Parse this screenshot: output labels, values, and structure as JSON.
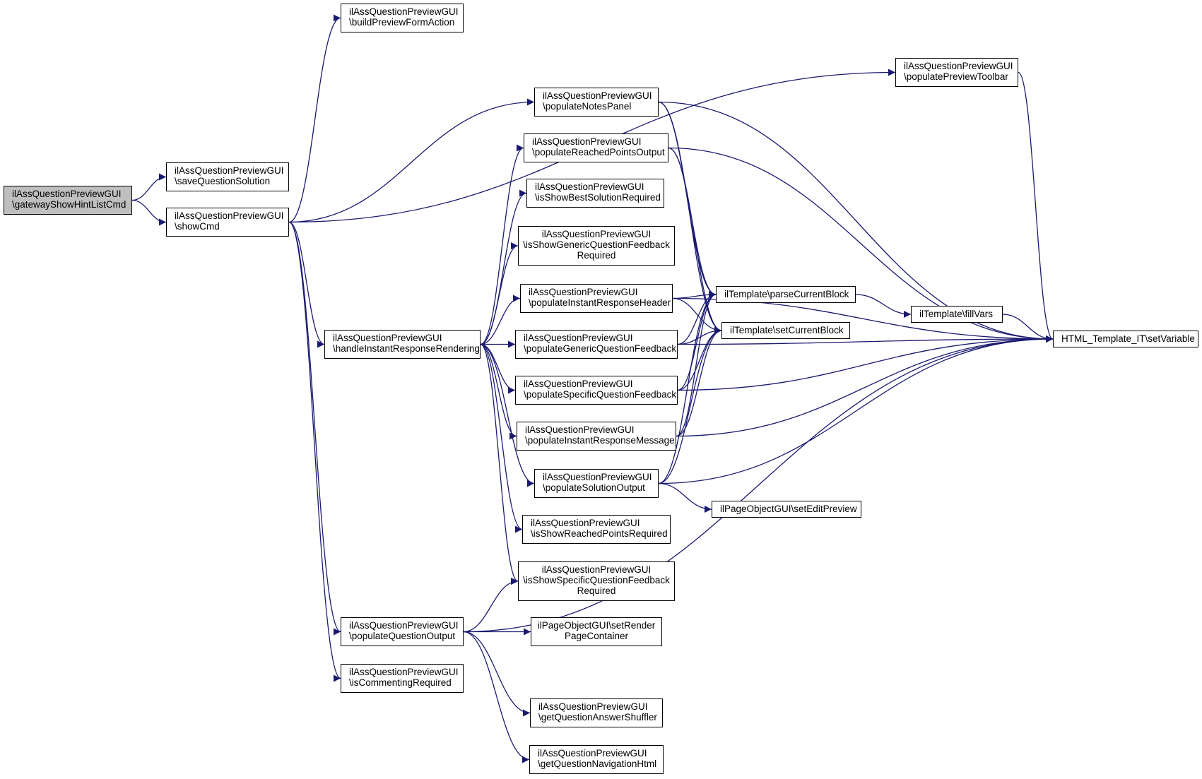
{
  "diagram": {
    "type": "call-graph",
    "colors": {
      "edge": "#191970",
      "root_fill": "#bfbfbf",
      "node_fill": "#ffffff",
      "border": "#000000"
    },
    "nodes": [
      {
        "id": "gateway",
        "lines": [
          "ilAssQuestionPreviewGUI",
          "\\gatewayShowHintListCmd"
        ]
      },
      {
        "id": "saveSol",
        "lines": [
          "ilAssQuestionPreviewGUI",
          "\\saveQuestionSolution"
        ]
      },
      {
        "id": "showCmd",
        "lines": [
          "ilAssQuestionPreviewGUI",
          "\\showCmd"
        ]
      },
      {
        "id": "buildForm",
        "lines": [
          "ilAssQuestionPreviewGUI",
          "\\buildPreviewFormAction"
        ]
      },
      {
        "id": "toolbar",
        "lines": [
          "ilAssQuestionPreviewGUI",
          "\\populatePreviewToolbar"
        ]
      },
      {
        "id": "notes",
        "lines": [
          "ilAssQuestionPreviewGUI",
          "\\populateNotesPanel"
        ]
      },
      {
        "id": "reached",
        "lines": [
          "ilAssQuestionPreviewGUI",
          "\\populateReachedPointsOutput"
        ]
      },
      {
        "id": "bestSol",
        "lines": [
          "ilAssQuestionPreviewGUI",
          "\\isShowBestSolutionRequired"
        ]
      },
      {
        "id": "genericReq",
        "lines": [
          "ilAssQuestionPreviewGUI",
          "\\isShowGenericQuestionFeedback",
          "Required"
        ]
      },
      {
        "id": "irHeader",
        "lines": [
          "ilAssQuestionPreviewGUI",
          "\\populateInstantResponseHeader"
        ]
      },
      {
        "id": "handleIR",
        "lines": [
          "ilAssQuestionPreviewGUI",
          "\\handleInstantResponseRendering"
        ]
      },
      {
        "id": "genericFb",
        "lines": [
          "ilAssQuestionPreviewGUI",
          "\\populateGenericQuestionFeedback"
        ]
      },
      {
        "id": "specificFb",
        "lines": [
          "ilAssQuestionPreviewGUI",
          "\\populateSpecificQuestionFeedback"
        ]
      },
      {
        "id": "irMessage",
        "lines": [
          "ilAssQuestionPreviewGUI",
          "\\populateInstantResponseMessage"
        ]
      },
      {
        "id": "solOut",
        "lines": [
          "ilAssQuestionPreviewGUI",
          "\\populateSolutionOutput"
        ]
      },
      {
        "id": "reachedReq",
        "lines": [
          "ilAssQuestionPreviewGUI",
          "\\isShowReachedPointsRequired"
        ]
      },
      {
        "id": "specificReq",
        "lines": [
          "ilAssQuestionPreviewGUI",
          "\\isShowSpecificQuestionFeedback",
          "Required"
        ]
      },
      {
        "id": "qOutput",
        "lines": [
          "ilAssQuestionPreviewGUI",
          "\\populateQuestionOutput"
        ]
      },
      {
        "id": "commenting",
        "lines": [
          "ilAssQuestionPreviewGUI",
          "\\isCommentingRequired"
        ]
      },
      {
        "id": "renderPC",
        "lines": [
          "ilPageObjectGUI\\setRender",
          "PageContainer"
        ]
      },
      {
        "id": "shuffler",
        "lines": [
          "ilAssQuestionPreviewGUI",
          "\\getQuestionAnswerShuffler"
        ]
      },
      {
        "id": "navHtml",
        "lines": [
          "ilAssQuestionPreviewGUI",
          "\\getQuestionNavigationHtml"
        ]
      },
      {
        "id": "parseBlock",
        "lines": [
          "ilTemplate\\parseCurrentBlock"
        ]
      },
      {
        "id": "setBlock",
        "lines": [
          "ilTemplate\\setCurrentBlock"
        ]
      },
      {
        "id": "fillVars",
        "lines": [
          "ilTemplate\\fillVars"
        ]
      },
      {
        "id": "setVar",
        "lines": [
          "HTML_Template_IT\\setVariable"
        ]
      },
      {
        "id": "editPreview",
        "lines": [
          "ilPageObjectGUI\\setEditPreview"
        ]
      }
    ],
    "edges": [
      [
        "gateway",
        "saveSol"
      ],
      [
        "gateway",
        "showCmd"
      ],
      [
        "showCmd",
        "buildForm"
      ],
      [
        "showCmd",
        "toolbar"
      ],
      [
        "showCmd",
        "notes"
      ],
      [
        "showCmd",
        "handleIR"
      ],
      [
        "showCmd",
        "qOutput"
      ],
      [
        "showCmd",
        "commenting"
      ],
      [
        "notes",
        "parseBlock"
      ],
      [
        "notes",
        "setBlock"
      ],
      [
        "notes",
        "setVar"
      ],
      [
        "toolbar",
        "setVar"
      ],
      [
        "reached",
        "parseBlock"
      ],
      [
        "reached",
        "setBlock"
      ],
      [
        "reached",
        "setVar"
      ],
      [
        "handleIR",
        "reached"
      ],
      [
        "handleIR",
        "bestSol"
      ],
      [
        "handleIR",
        "genericReq"
      ],
      [
        "handleIR",
        "irHeader"
      ],
      [
        "handleIR",
        "genericFb"
      ],
      [
        "handleIR",
        "specificFb"
      ],
      [
        "handleIR",
        "irMessage"
      ],
      [
        "handleIR",
        "solOut"
      ],
      [
        "handleIR",
        "reachedReq"
      ],
      [
        "handleIR",
        "specificReq"
      ],
      [
        "irHeader",
        "parseBlock"
      ],
      [
        "irHeader",
        "setBlock"
      ],
      [
        "irHeader",
        "setVar"
      ],
      [
        "genericFb",
        "parseBlock"
      ],
      [
        "genericFb",
        "setBlock"
      ],
      [
        "genericFb",
        "setVar"
      ],
      [
        "specificFb",
        "parseBlock"
      ],
      [
        "specificFb",
        "setBlock"
      ],
      [
        "specificFb",
        "setVar"
      ],
      [
        "irMessage",
        "parseBlock"
      ],
      [
        "irMessage",
        "setBlock"
      ],
      [
        "irMessage",
        "setVar"
      ],
      [
        "solOut",
        "parseBlock"
      ],
      [
        "solOut",
        "setBlock"
      ],
      [
        "solOut",
        "setVar"
      ],
      [
        "solOut",
        "editPreview"
      ],
      [
        "parseBlock",
        "fillVars"
      ],
      [
        "fillVars",
        "setVar"
      ],
      [
        "qOutput",
        "specificReq"
      ],
      [
        "qOutput",
        "renderPC"
      ],
      [
        "qOutput",
        "shuffler"
      ],
      [
        "qOutput",
        "navHtml"
      ],
      [
        "qOutput",
        "setVar"
      ]
    ]
  }
}
